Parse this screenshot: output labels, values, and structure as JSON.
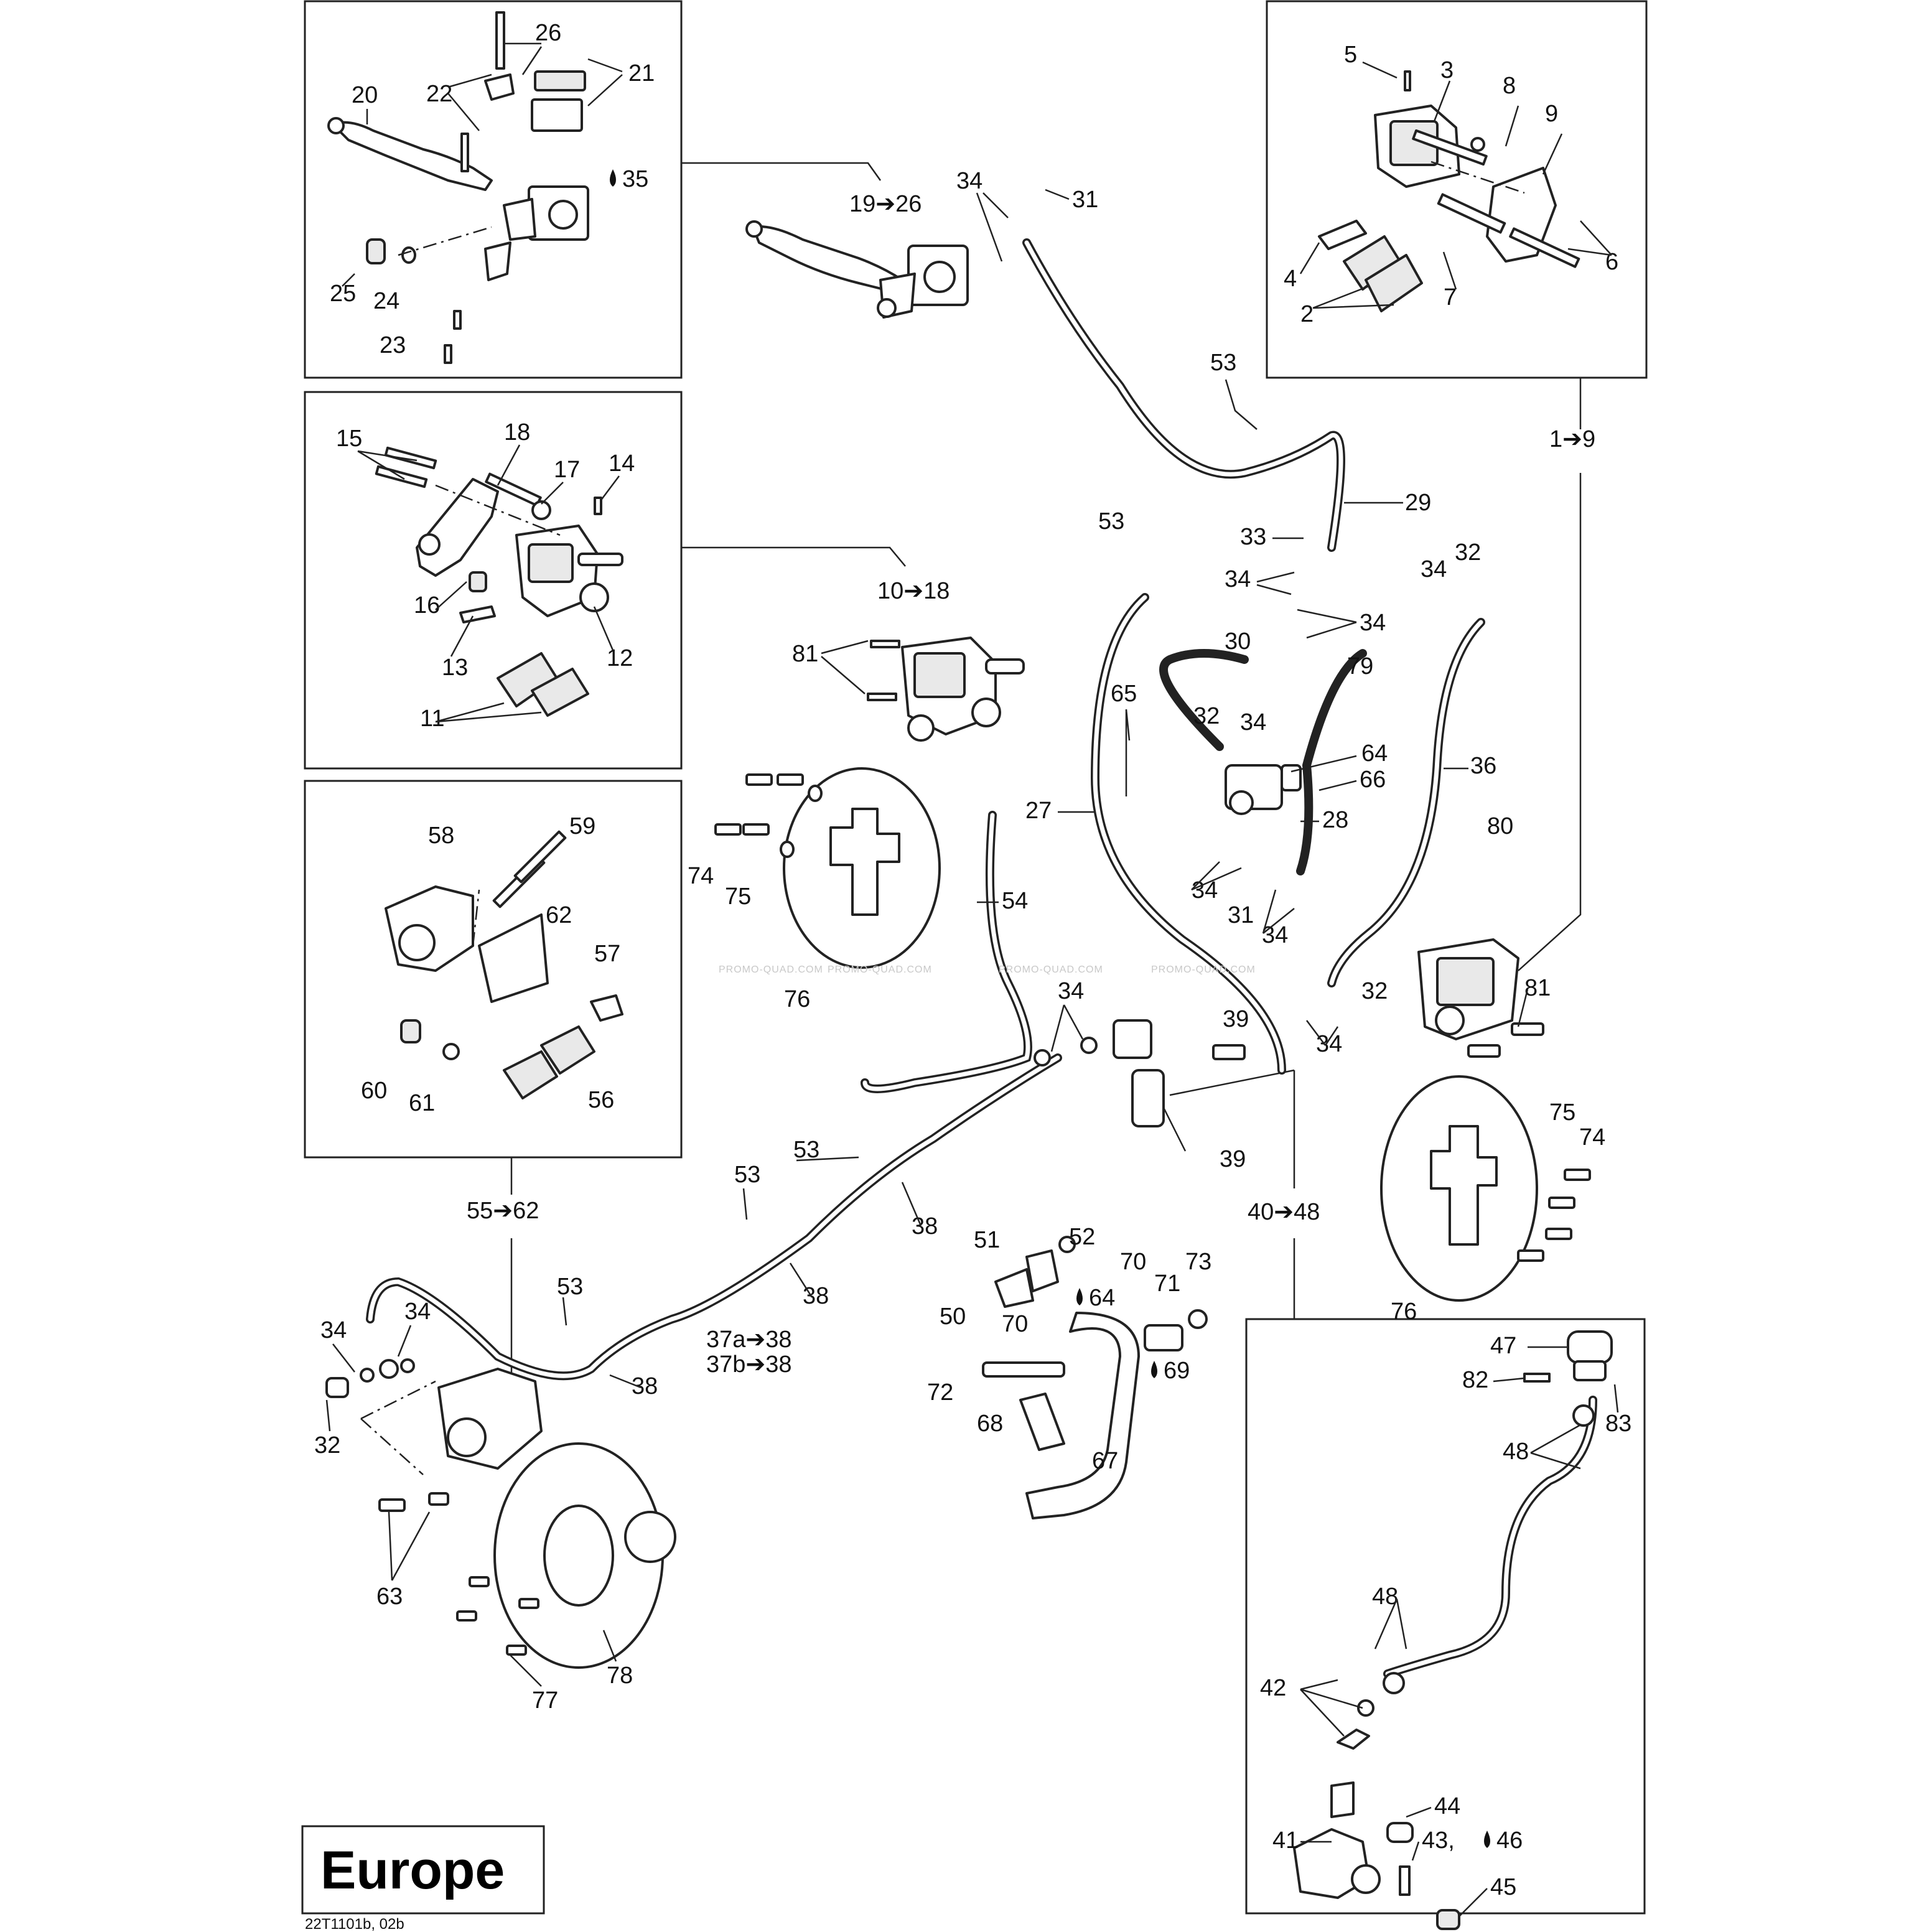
{
  "region_label": "Europe",
  "drawing_code": "22T1101b, 02b",
  "watermark": "PROMO-QUAD.COM",
  "labels": [
    {
      "id": "l20",
      "t": "20"
    },
    {
      "id": "l22",
      "t": "22"
    },
    {
      "id": "l26a",
      "t": "26"
    },
    {
      "id": "l21",
      "t": "21"
    },
    {
      "id": "l35",
      "t": "35"
    },
    {
      "id": "l25",
      "t": "25"
    },
    {
      "id": "l24",
      "t": "24"
    },
    {
      "id": "l23",
      "t": "23"
    },
    {
      "id": "l19_26",
      "t": "19➔26"
    },
    {
      "id": "l34a",
      "t": "34"
    },
    {
      "id": "l31a",
      "t": "31"
    },
    {
      "id": "l5",
      "t": "5"
    },
    {
      "id": "l3",
      "t": "3"
    },
    {
      "id": "l8",
      "t": "8"
    },
    {
      "id": "l9",
      "t": "9"
    },
    {
      "id": "l4",
      "t": "4"
    },
    {
      "id": "l2",
      "t": "2"
    },
    {
      "id": "l7",
      "t": "7"
    },
    {
      "id": "l6",
      "t": "6"
    },
    {
      "id": "l53a",
      "t": "53"
    },
    {
      "id": "l1_9",
      "t": "1➔9"
    },
    {
      "id": "l15",
      "t": "15"
    },
    {
      "id": "l18",
      "t": "18"
    },
    {
      "id": "l17",
      "t": "17"
    },
    {
      "id": "l14",
      "t": "14"
    },
    {
      "id": "l16",
      "t": "16"
    },
    {
      "id": "l13",
      "t": "13"
    },
    {
      "id": "l12",
      "t": "12"
    },
    {
      "id": "l11",
      "t": "11"
    },
    {
      "id": "l53b",
      "t": "53"
    },
    {
      "id": "l29",
      "t": "29"
    },
    {
      "id": "l33",
      "t": "33"
    },
    {
      "id": "l34b",
      "t": "34"
    },
    {
      "id": "l34c",
      "t": "34"
    },
    {
      "id": "l32a",
      "t": "32"
    },
    {
      "id": "l34d",
      "t": "34"
    },
    {
      "id": "l10_18",
      "t": "10➔18"
    },
    {
      "id": "l81a",
      "t": "81"
    },
    {
      "id": "l30",
      "t": "30"
    },
    {
      "id": "l79",
      "t": "79"
    },
    {
      "id": "l65",
      "t": "65"
    },
    {
      "id": "l32b",
      "t": "32"
    },
    {
      "id": "l34e",
      "t": "34"
    },
    {
      "id": "l64",
      "t": "64"
    },
    {
      "id": "l66",
      "t": "66"
    },
    {
      "id": "l36",
      "t": "36"
    },
    {
      "id": "l27",
      "t": "27"
    },
    {
      "id": "l28",
      "t": "28"
    },
    {
      "id": "l80",
      "t": "80"
    },
    {
      "id": "l74a",
      "t": "74"
    },
    {
      "id": "l75a",
      "t": "75"
    },
    {
      "id": "l54",
      "t": "54"
    },
    {
      "id": "l34f",
      "t": "34"
    },
    {
      "id": "l31b",
      "t": "31"
    },
    {
      "id": "l34g",
      "t": "34"
    },
    {
      "id": "l76a",
      "t": "76"
    },
    {
      "id": "l58",
      "t": "58"
    },
    {
      "id": "l59",
      "t": "59"
    },
    {
      "id": "l62",
      "t": "62"
    },
    {
      "id": "l57",
      "t": "57"
    },
    {
      "id": "l60",
      "t": "60"
    },
    {
      "id": "l61",
      "t": "61"
    },
    {
      "id": "l56",
      "t": "56"
    },
    {
      "id": "l34h",
      "t": "34"
    },
    {
      "id": "l39a",
      "t": "39"
    },
    {
      "id": "l34i",
      "t": "34"
    },
    {
      "id": "l32c",
      "t": "32"
    },
    {
      "id": "l81b",
      "t": "81"
    },
    {
      "id": "l39b",
      "t": "39"
    },
    {
      "id": "l75b",
      "t": "75"
    },
    {
      "id": "l74b",
      "t": "74"
    },
    {
      "id": "l53c",
      "t": "53"
    },
    {
      "id": "l53d",
      "t": "53"
    },
    {
      "id": "l38a",
      "t": "38"
    },
    {
      "id": "l55_62",
      "t": "55➔62"
    },
    {
      "id": "l38b",
      "t": "38"
    },
    {
      "id": "l40_48",
      "t": "40➔48"
    },
    {
      "id": "l51",
      "t": "51"
    },
    {
      "id": "l52",
      "t": "52"
    },
    {
      "id": "l70a",
      "t": "70"
    },
    {
      "id": "l71",
      "t": "71"
    },
    {
      "id": "l73",
      "t": "73"
    },
    {
      "id": "l64b",
      "t": "64"
    },
    {
      "id": "l50",
      "t": "50"
    },
    {
      "id": "l70b",
      "t": "70"
    },
    {
      "id": "l69",
      "t": "69"
    },
    {
      "id": "l53e",
      "t": "53"
    },
    {
      "id": "l37a",
      "t": "37a➔38"
    },
    {
      "id": "l37b",
      "t": "37b➔38"
    },
    {
      "id": "l38c",
      "t": "38"
    },
    {
      "id": "l34j",
      "t": "34"
    },
    {
      "id": "l34k",
      "t": "34"
    },
    {
      "id": "l32d",
      "t": "32"
    },
    {
      "id": "l72",
      "t": "72"
    },
    {
      "id": "l68",
      "t": "68"
    },
    {
      "id": "l67",
      "t": "67"
    },
    {
      "id": "l76b",
      "t": "76"
    },
    {
      "id": "l47",
      "t": "47"
    },
    {
      "id": "l82",
      "t": "82"
    },
    {
      "id": "l83",
      "t": "83"
    },
    {
      "id": "l48a",
      "t": "48"
    },
    {
      "id": "l63",
      "t": "63"
    },
    {
      "id": "l48b",
      "t": "48"
    },
    {
      "id": "l42",
      "t": "42"
    },
    {
      "id": "l77",
      "t": "77"
    },
    {
      "id": "l78",
      "t": "78"
    },
    {
      "id": "l44",
      "t": "44"
    },
    {
      "id": "l41",
      "t": "41"
    },
    {
      "id": "l43",
      "t": "43,"
    },
    {
      "id": "l46",
      "t": "46"
    },
    {
      "id": "l45",
      "t": "45"
    }
  ]
}
